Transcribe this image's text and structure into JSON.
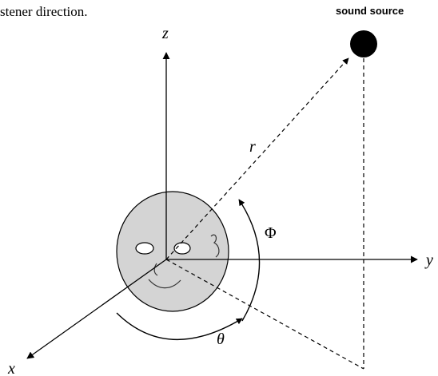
{
  "caption_fragment": "stener direction.",
  "source_label": "sound source",
  "axes": {
    "x": "x",
    "y": "y",
    "z": "z"
  },
  "symbols": {
    "distance": "r",
    "elevation": "Φ",
    "azimuth": "θ"
  },
  "colors": {
    "face_fill": "#d4d4d4",
    "ink": "#000000"
  }
}
